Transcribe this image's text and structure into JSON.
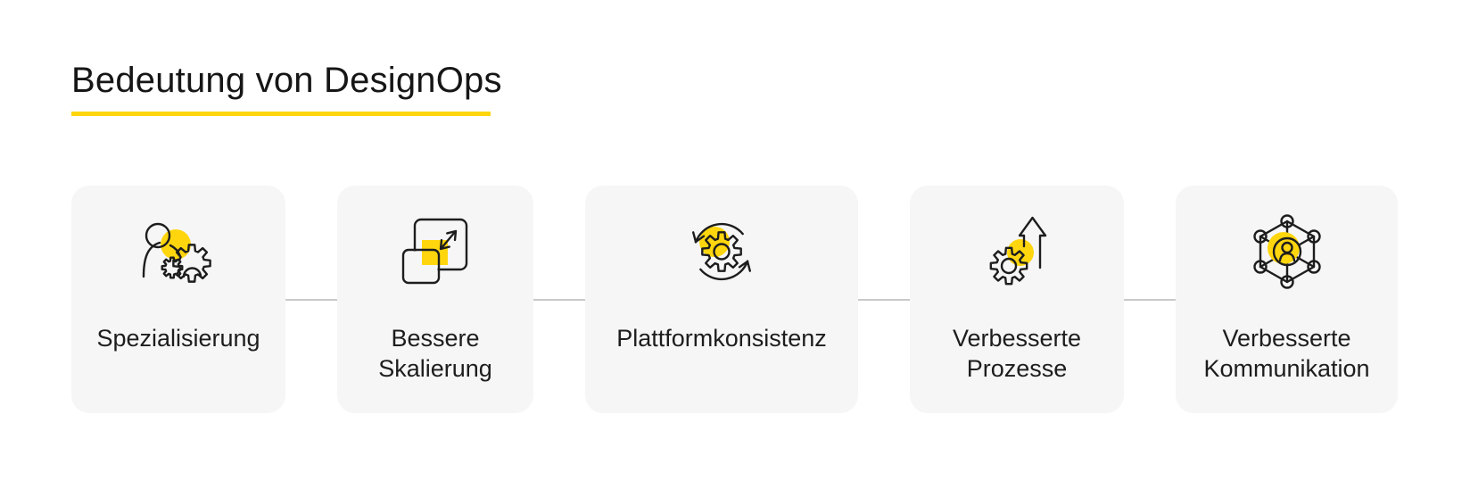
{
  "header": {
    "title": "Bedeutung von DesignOps"
  },
  "colors": {
    "accent_yellow": "#FFD60E",
    "card_background": "#F6F6F6",
    "connector_line": "#C9C9C9",
    "text_ink": "#1D1D1D",
    "page_background": "#FFFFFF"
  },
  "cards": [
    {
      "label": "Spezialisierung",
      "icon": "person-gears-icon"
    },
    {
      "label": "Bessere Skalierung",
      "icon": "scale-squares-icon"
    },
    {
      "label": "Plattformkonsistenz",
      "icon": "gear-sync-icon"
    },
    {
      "label": "Verbesserte Prozesse",
      "icon": "gear-arrow-up-icon"
    },
    {
      "label": "Verbesserte Kommunikation",
      "icon": "network-person-icon"
    }
  ]
}
